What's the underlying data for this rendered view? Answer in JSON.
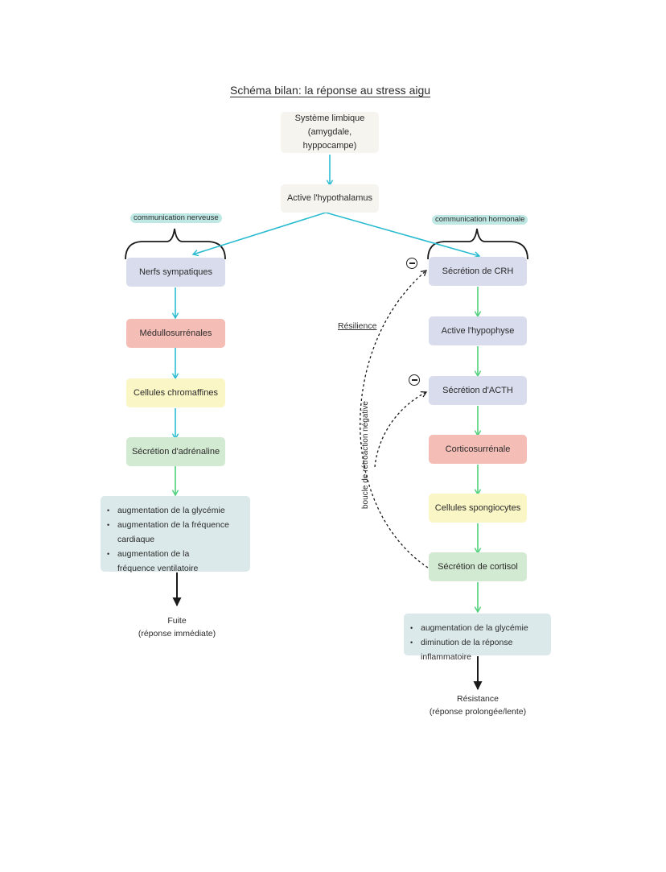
{
  "title": "Schéma bilan: la réponse au stress aigu",
  "tags": {
    "left": "communication nerveuse",
    "right": "communication hormonale"
  },
  "top_nodes": {
    "limbic": "Système limbique\n(amygdale, hyppocampe)",
    "hypothalamus": "Active l'hypothalamus"
  },
  "left_chain": {
    "sympathetic": "Nerfs sympatiques",
    "medulla": "Médullosurrénales",
    "chromaffin": "Cellules chromaffines",
    "adrenaline": "Sécrétion d'adrénaline",
    "effects": [
      "augmentation de la glycémie",
      "augmentation de la fréquence cardiaque",
      "augmentation de la fréquence ventilatoire"
    ],
    "outcome": "Fuite\n(réponse immédiate)"
  },
  "right_chain": {
    "crh": "Sécrétion de CRH",
    "pituitary": "Active l'hypophyse",
    "acth": "Sécrétion d'ACTH",
    "cortex": "Corticosurrénale",
    "spongiocytes": "Cellules spongiocytes",
    "cortisol": "Sécrétion de cortisol",
    "effects": [
      "augmentation de la glycémie",
      "diminution de la réponse inflammatoire"
    ],
    "outcome": "Résistance\n(réponse prolongée/lente)"
  },
  "feedback": {
    "resilience": "Résilience",
    "loop": "boucle de rétroaction négative"
  },
  "colors": {
    "cyan_arrow": "#29bcd0",
    "green_arrow": "#4fd07a",
    "black_arrow": "#1a1a1a"
  }
}
